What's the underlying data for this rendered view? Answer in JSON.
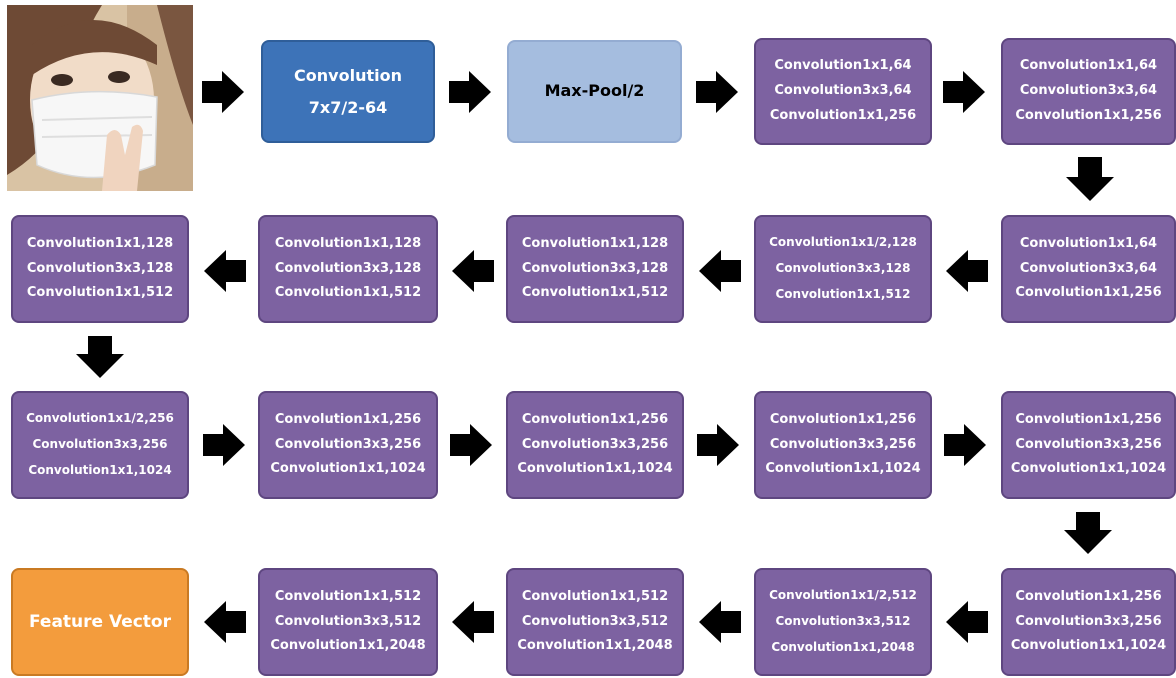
{
  "input_image": {
    "alt": "portrait-photo",
    "caption": ""
  },
  "row1": [
    {
      "lines": [
        "Convolution",
        "7x7/2-64"
      ]
    },
    {
      "lines": [
        "Max-Pool/2"
      ]
    },
    {
      "lines": [
        "Convolution1x1,64",
        "Convolution3x3,64",
        "Convolution1x1,256"
      ]
    },
    {
      "lines": [
        "Convolution1x1,64",
        "Convolution3x3,64",
        "Convolution1x1,256"
      ]
    }
  ],
  "row2": [
    {
      "lines": [
        "Convolution1x1,128",
        "Convolution3x3,128",
        "Convolution1x1,512"
      ]
    },
    {
      "lines": [
        "Convolution1x1,128",
        "Convolution3x3,128",
        "Convolution1x1,512"
      ]
    },
    {
      "lines": [
        "Convolution1x1,128",
        "Convolution3x3,128",
        "Convolution1x1,512"
      ]
    },
    {
      "lines": [
        "Convolution1x1/2,128",
        "Convolution3x3,128",
        "Convolution1x1,512"
      ]
    },
    {
      "lines": [
        "Convolution1x1,64",
        "Convolution3x3,64",
        "Convolution1x1,256"
      ]
    }
  ],
  "row3": [
    {
      "lines": [
        "Convolution1x1/2,256",
        "Convolution3x3,256",
        "Convolution1x1,1024"
      ]
    },
    {
      "lines": [
        "Convolution1x1,256",
        "Convolution3x3,256",
        "Convolution1x1,1024"
      ]
    },
    {
      "lines": [
        "Convolution1x1,256",
        "Convolution3x3,256",
        "Convolution1x1,1024"
      ]
    },
    {
      "lines": [
        "Convolution1x1,256",
        "Convolution3x3,256",
        "Convolution1x1,1024"
      ]
    },
    {
      "lines": [
        "Convolution1x1,256",
        "Convolution3x3,256",
        "Convolution1x1,1024"
      ]
    }
  ],
  "row4": [
    {
      "lines": [
        "Feature Vector"
      ]
    },
    {
      "lines": [
        "Convolution1x1,512",
        "Convolution3x3,512",
        "Convolution1x1,2048"
      ]
    },
    {
      "lines": [
        "Convolution1x1,512",
        "Convolution3x3,512",
        "Convolution1x1,2048"
      ]
    },
    {
      "lines": [
        "Convolution1x1/2,512",
        "Convolution3x3,512",
        "Convolution1x1,2048"
      ]
    },
    {
      "lines": [
        "Convolution1x1,256",
        "Convolution3x3,256",
        "Convolution1x1,1024"
      ]
    }
  ],
  "colors": {
    "conv_block": "#7d62a1",
    "conv7x7": "#3d73b8",
    "maxpool": "#a5bddf",
    "feature_vector": "#f39c3d",
    "arrow": "#000000"
  }
}
